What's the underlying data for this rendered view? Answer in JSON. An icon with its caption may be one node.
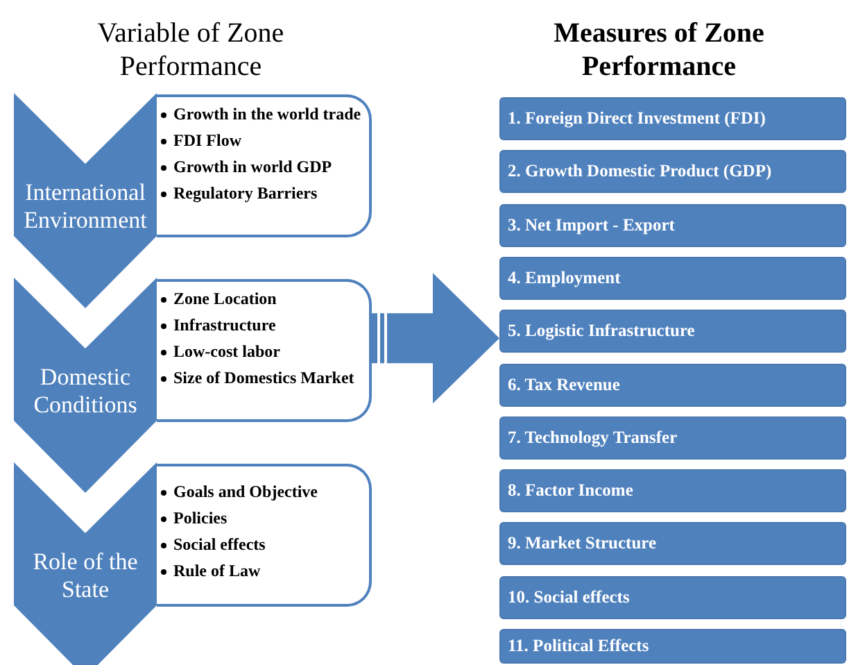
{
  "diagram": {
    "nodes": [
      {
        "text": [
          "International Environment"
        ]
      },
      {
        "text": [
          "Growth in the world trade",
          "FDI Flow",
          "Growth in world GDP",
          "Regulatory Barriers"
        ]
      },
      {
        "text": [
          "Domestic Conditions"
        ]
      },
      {
        "text": [
          "Zone Location",
          "Infrastructure",
          "Low-cost labor",
          "Size of Domestics Market"
        ]
      },
      {
        "text": [
          "Role of the State"
        ]
      },
      {
        "text": [
          "Goals and Objective",
          "Policies",
          "Social effects",
          "Rule of Law"
        ]
      },
      {
        "text": [
          "1. Foreign Direct Investment (FDI)"
        ]
      },
      {
        "text": [
          "2. Growth Domestic Product (GDP)"
        ]
      },
      {
        "text": [
          "3. Net Import - Export"
        ]
      },
      {
        "text": [
          "4. Employment"
        ]
      },
      {
        "text": [
          "5. Logistic Infrastructure"
        ]
      },
      {
        "text": [
          "6. Tax Revenue"
        ]
      },
      {
        "text": [
          "7. Technology Transfer"
        ]
      },
      {
        "text": [
          "8. Factor Income"
        ]
      },
      {
        "text": [
          "9. Market Structure"
        ]
      },
      {
        "text": [
          "10. Social effects"
        ]
      },
      {
        "text": [
          "11. Political Effects"
        ]
      }
    ],
    "edges": [
      {
        "from": 3,
        "to": 10,
        "arrow": "to",
        "style": "thick"
      }
    ],
    "labels": [
      "Variable of Zone Performance",
      "Measures of Zone Performance"
    ]
  }
}
